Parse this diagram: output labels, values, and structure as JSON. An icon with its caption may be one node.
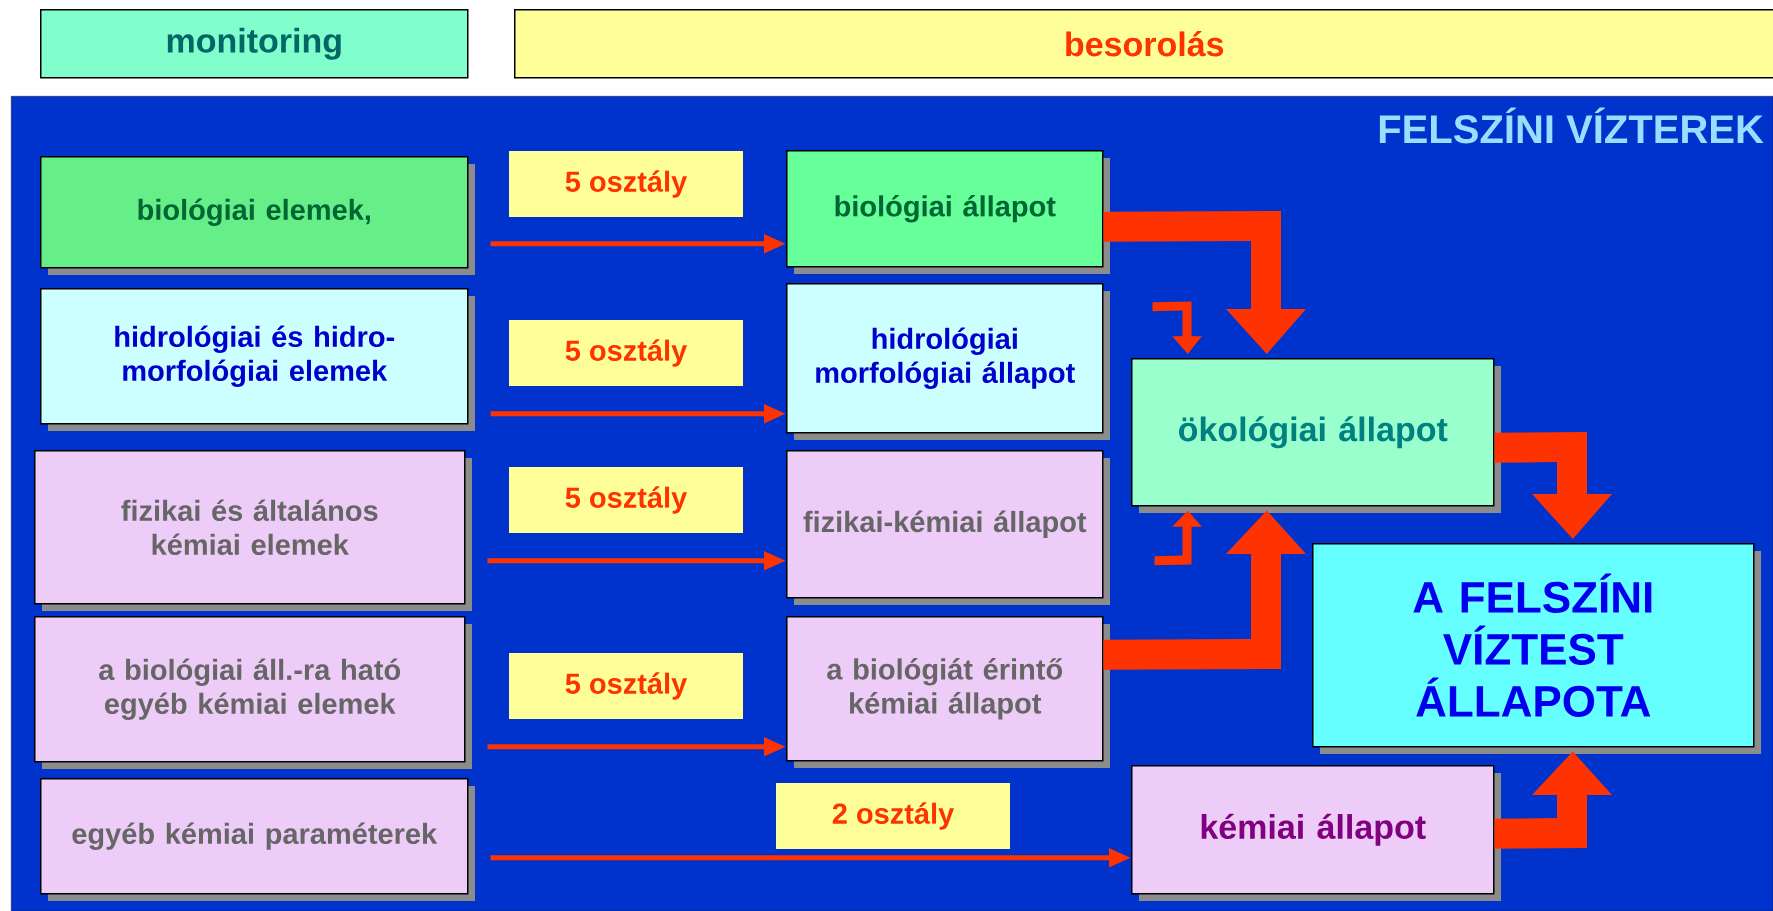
{
  "diagram": {
    "nodes": [
      {
        "text": [
          "monitoring"
        ]
      },
      {
        "text": [
          "besorolás"
        ]
      },
      {
        "text": [
          "FELSZÍNI VÍZTEREK"
        ]
      },
      {
        "text": [
          "biológiai elemek,"
        ],
        "in": 2
      },
      {
        "text": [
          "hidrológiai és hidro-morfológiai elemek"
        ],
        "in": 2
      },
      {
        "text": [
          "fizikai és általános kémiai elemek"
        ],
        "in": 2
      },
      {
        "text": [
          "a biológiai áll.-ra ható egyéb kémiai elemek"
        ],
        "in": 2
      },
      {
        "text": [
          "egyéb kémiai paraméterek"
        ],
        "in": 2
      },
      {
        "text": [
          "biológiai állapot"
        ],
        "in": 2
      },
      {
        "text": [
          "hidrológiai morfológiai állapot"
        ],
        "in": 2
      },
      {
        "text": [
          "fizikai-kémiai állapot"
        ],
        "in": 2
      },
      {
        "text": [
          "a biológiát érintő kémiai állapot"
        ],
        "in": 2
      },
      {
        "text": [
          "ökológiai állapot"
        ],
        "in": 2
      },
      {
        "text": [
          "A FELSZÍNI VÍZTEST ÁLLAPOTA"
        ],
        "in": 2
      },
      {
        "text": [
          "kémiai állapot"
        ],
        "in": 2
      }
    ],
    "edges": [
      {
        "from": 3,
        "to": 8,
        "arrow": "to",
        "label": "5 osztály"
      },
      {
        "from": 4,
        "to": 9,
        "arrow": "to",
        "label": "5 osztály"
      },
      {
        "from": 5,
        "to": 10,
        "arrow": "to",
        "label": "5 osztály"
      },
      {
        "from": 6,
        "to": 11,
        "arrow": "to",
        "label": "5 osztály"
      },
      {
        "from": 7,
        "to": 14,
        "arrow": "to",
        "label": "2 osztály"
      },
      {
        "from": 8,
        "to": 12,
        "arrow": "to",
        "style": "thick"
      },
      {
        "from": 9,
        "to": 12,
        "arrow": "to",
        "style": "thick"
      },
      {
        "from": 10,
        "to": 12,
        "arrow": "to",
        "style": "thick"
      },
      {
        "from": 11,
        "to": 12,
        "arrow": "to",
        "style": "thick"
      },
      {
        "from": 12,
        "to": 13,
        "arrow": "to",
        "style": "thick"
      },
      {
        "from": 14,
        "to": 13,
        "arrow": "to",
        "style": "thick"
      }
    ]
  }
}
